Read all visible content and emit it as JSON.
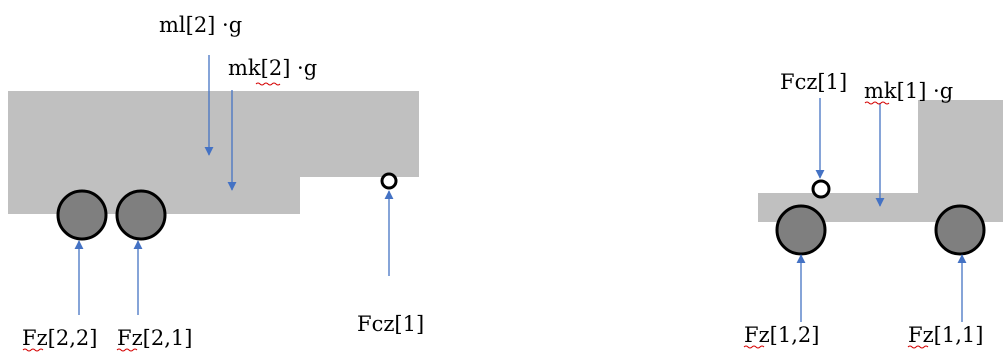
{
  "colors": {
    "body_fill": "#c0c0c0",
    "wheel_fill": "#7f7f7f",
    "wheel_stroke": "#000000",
    "arrow": "#4472c4",
    "spellcheck_underline": "#d40000"
  },
  "trailer": {
    "label_ml2": "ml[2] ·g",
    "label_mk2": "mk[2] ·g",
    "label_fcz1": "Fcz[1]",
    "label_fz22": "Fz[2,2]",
    "label_fz21": "Fz[2,1]"
  },
  "truck": {
    "label_fcz1": "Fcz[1]",
    "label_mk1": "mk[1] ·g",
    "label_fz12": "Fz[1,2]",
    "label_fz11": "Fz[1,1]"
  }
}
